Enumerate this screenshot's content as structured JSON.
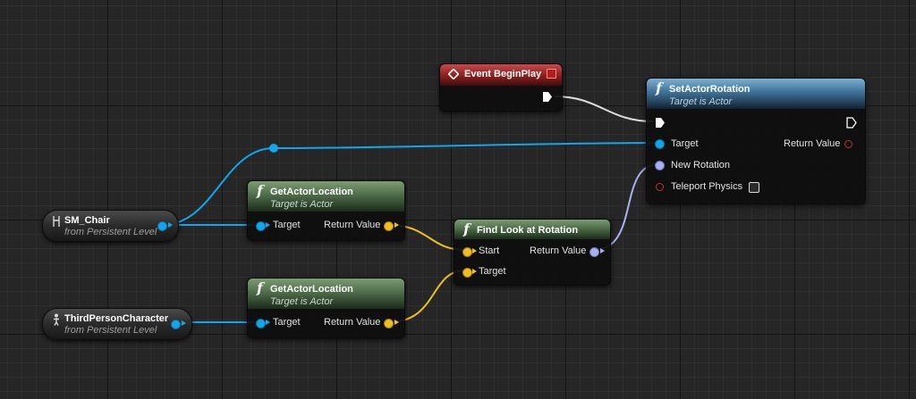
{
  "nodes": {
    "event_begin_play": {
      "title": "Event BeginPlay"
    },
    "set_actor_rotation": {
      "title": "SetActorRotation",
      "subtitle": "Target is Actor",
      "pins": {
        "target": "Target",
        "new_rotation": "New Rotation",
        "teleport_physics": "Teleport Physics",
        "return_value": "Return Value"
      },
      "teleport_physics_checked": false
    },
    "get_actor_location_1": {
      "title": "GetActorLocation",
      "subtitle": "Target is Actor",
      "pins": {
        "target": "Target",
        "return_value": "Return Value"
      }
    },
    "get_actor_location_2": {
      "title": "GetActorLocation",
      "subtitle": "Target is Actor",
      "pins": {
        "target": "Target",
        "return_value": "Return Value"
      }
    },
    "find_look_at_rotation": {
      "title": "Find Look at Rotation",
      "pins": {
        "start": "Start",
        "target": "Target",
        "return_value": "Return Value"
      }
    },
    "sm_chair": {
      "title": "SM_Chair",
      "subtitle": "from Persistent Level"
    },
    "third_person_character": {
      "title": "ThirdPersonCharacter",
      "subtitle": "from Persistent Level"
    }
  },
  "colors": {
    "object_wire": "#12a6ec",
    "vector_wire": "#f0bf1e",
    "rotator_wire": "#a9b1f2",
    "exec_wire": "#dcdcdc",
    "event_header": "#8e1d1d",
    "function_header": "#4f6d4a",
    "target_function_header": "#3f7197"
  },
  "icons": {
    "function": "f",
    "event": "event-diamond-icon",
    "reference": "actor-reference-icon"
  }
}
